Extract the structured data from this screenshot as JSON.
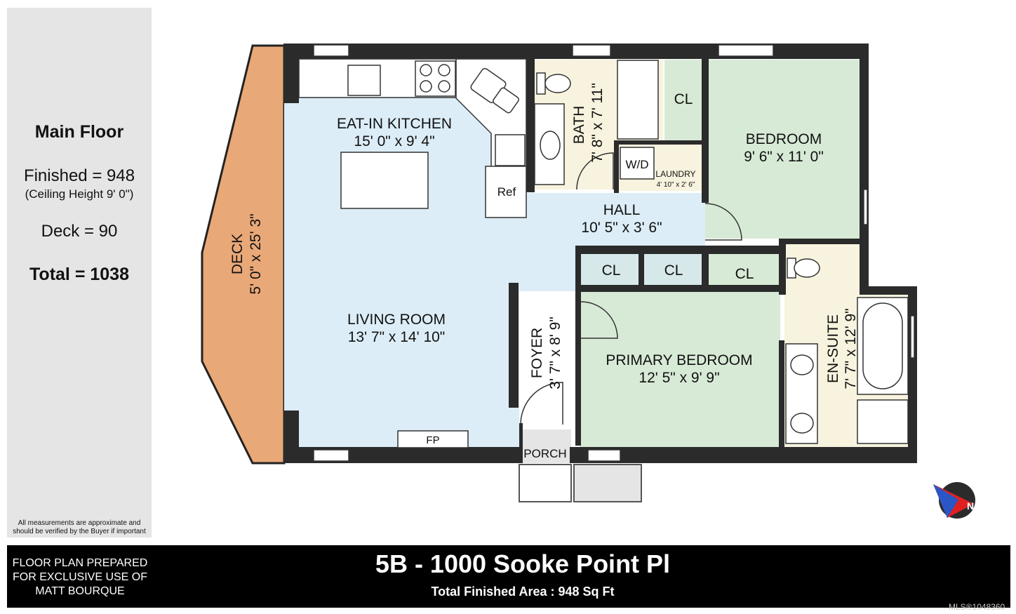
{
  "summary": {
    "floor_title": "Main Floor",
    "finished": "Finished = 948",
    "ceiling": "(Ceiling Height  9' 0\")",
    "deck": "Deck = 90",
    "total": "Total = 1038",
    "disclaimer_line1": "All measurements are approximate and",
    "disclaimer_line2": "should be verified by the Buyer if important"
  },
  "rooms": {
    "kitchen": {
      "name": "EAT-IN KITCHEN",
      "dims": "15' 0\" x 9' 4\""
    },
    "living": {
      "name": "LIVING ROOM",
      "dims": "13' 7\" x 14' 10\""
    },
    "bath": {
      "name": "BATH",
      "dims": "7' 8\" x 7' 11\""
    },
    "bedroom": {
      "name": "BEDROOM",
      "dims": "9' 6\" x 11' 0\""
    },
    "laundry": {
      "name": "LAUNDRY",
      "dims": "4' 10\" x 2' 6\""
    },
    "hall": {
      "name": "HALL",
      "dims": "10' 5\" x 3' 6\""
    },
    "foyer": {
      "name": "FOYER",
      "dims": "3' 7\" x 8' 9\""
    },
    "primary": {
      "name": "PRIMARY BEDROOM",
      "dims": "12' 5\" x 9' 9\""
    },
    "ensuite": {
      "name": "EN-SUITE",
      "dims": "7' 7\" x 12' 9\""
    },
    "deck": {
      "name": "DECK",
      "dims": "5' 0\" x 25' 3\""
    },
    "porch": {
      "name": "PORCH"
    }
  },
  "fixtures": {
    "closet": "CL",
    "washer_dryer": "W/D",
    "fridge": "Ref",
    "fireplace": "FP"
  },
  "footer": {
    "prepared_line1": "FLOOR PLAN PREPARED",
    "prepared_line2": "FOR EXCLUSIVE USE OF",
    "prepared_line3": "MATT BOURQUE",
    "address": "5B - 1000 Sooke Point Pl",
    "total_area": "Total Finished Area : 948 Sq Ft",
    "mls": "MLS®1048360"
  },
  "colors": {
    "wall": "#2b2b2b",
    "main_area": "#dcedf7",
    "bedroom": "#d7ead6",
    "wet_room": "#f7f3de",
    "deck": "#e9a878",
    "closet": "#d6e8ea"
  }
}
